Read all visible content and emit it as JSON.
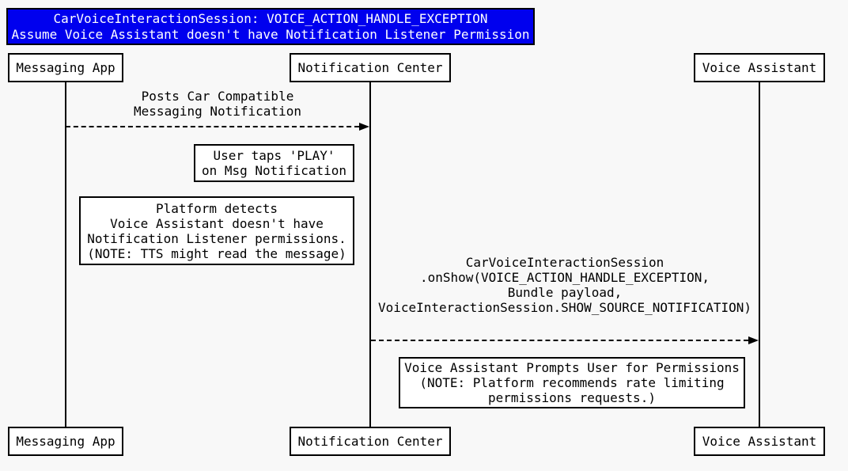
{
  "diagram": {
    "title": {
      "line1": "CarVoiceInteractionSession: VOICE_ACTION_HANDLE_EXCEPTION",
      "line2": "Assume Voice Assistant doesn't have Notification Listener Permission"
    },
    "actors": {
      "messaging_app": "Messaging App",
      "notification_center": "Notification Center",
      "voice_assistant": "Voice Assistant"
    },
    "messages": [
      {
        "from": "Messaging App",
        "to": "Notification Center",
        "arrow": "dashed",
        "lines": [
          "Posts Car Compatible",
          "Messaging Notification"
        ]
      },
      {
        "from": "Notification Center",
        "to": "Voice Assistant",
        "arrow": "dashed",
        "lines": [
          "CarVoiceInteractionSession",
          ".onShow(VOICE_ACTION_HANDLE_EXCEPTION,",
          "Bundle payload,",
          "VoiceInteractionSession.SHOW_SOURCE_NOTIFICATION)"
        ]
      }
    ],
    "notes": [
      {
        "lines": [
          "User taps 'PLAY'",
          "on Msg Notification"
        ]
      },
      {
        "lines": [
          "Platform detects",
          "Voice Assistant doesn't have",
          "Notification Listener permissions.",
          "(NOTE: TTS might read the message)"
        ]
      },
      {
        "lines": [
          "Voice Assistant Prompts User for Permissions",
          "(NOTE: Platform recommends rate limiting",
          "permissions requests.)"
        ]
      }
    ],
    "colors": {
      "page_bg": "#f8f8f8",
      "title_bg": "#0000ee",
      "title_text": "#ffffff",
      "box_bg": "#ffffff",
      "box_border": "#000000",
      "text": "#000000"
    }
  }
}
